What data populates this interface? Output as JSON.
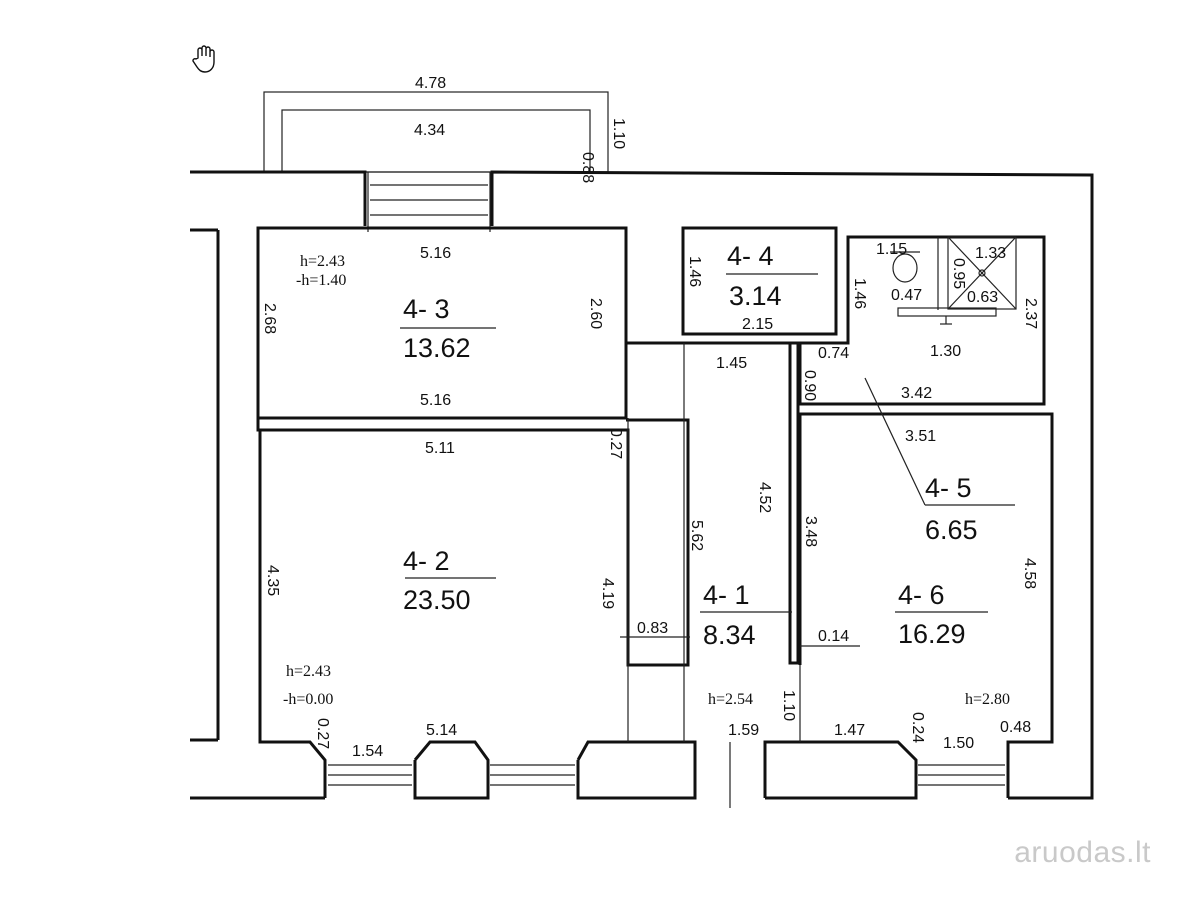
{
  "rooms": [
    {
      "id": "4- 1",
      "area": "8.34"
    },
    {
      "id": "4- 2",
      "area": "23.50"
    },
    {
      "id": "4- 3",
      "area": "13.62"
    },
    {
      "id": "4- 4",
      "area": "3.14"
    },
    {
      "id": "4- 5",
      "area": "6.65"
    },
    {
      "id": "4- 6",
      "area": "16.29"
    }
  ],
  "heights": {
    "r43_h": "h=2.43",
    "r43_mh": "-h=1.40",
    "r42_h": "h=2.43",
    "r42_mh": "-h=0.00",
    "r41_h": "h=2.54",
    "r46_h": "h=2.80"
  },
  "dims": {
    "balcony_outer": "4.78",
    "balcony_inner": "4.34",
    "balcony_d1": "0.88",
    "balcony_d2": "1.10",
    "r43_top": "5.16",
    "r43_bottom": "5.16",
    "r43_left": "2.68",
    "r43_right": "2.60",
    "r44_left": "1.46",
    "r44_bottom": "2.15",
    "hall_145": "1.45",
    "d090": "0.90",
    "d074": "0.74",
    "d342": "3.42",
    "d351": "3.51",
    "bath_115": "1.15",
    "bath_133": "1.33",
    "bath_095": "0.95",
    "bath_047": "0.47",
    "bath_063": "0.63",
    "bath_146": "1.46",
    "bath_237": "2.37",
    "bath_130": "1.30",
    "r42_top": "5.11",
    "r42_027": "0.27",
    "r42_left": "4.35",
    "r42_419": "4.19",
    "r42_083": "0.83",
    "d562": "5.62",
    "d452": "4.52",
    "d348": "3.48",
    "d014": "0.14",
    "d458": "4.58",
    "b027": "0.27",
    "b154": "1.54",
    "b514": "5.14",
    "b159": "1.59",
    "b110": "1.10",
    "b147": "1.47",
    "b024": "0.24",
    "b150": "1.50",
    "b048": "0.48"
  },
  "watermark": "aruodas.lt",
  "icons": [
    "hand-cursor-icon",
    "toilet-icon",
    "shower-icon",
    "sink-icon"
  ]
}
